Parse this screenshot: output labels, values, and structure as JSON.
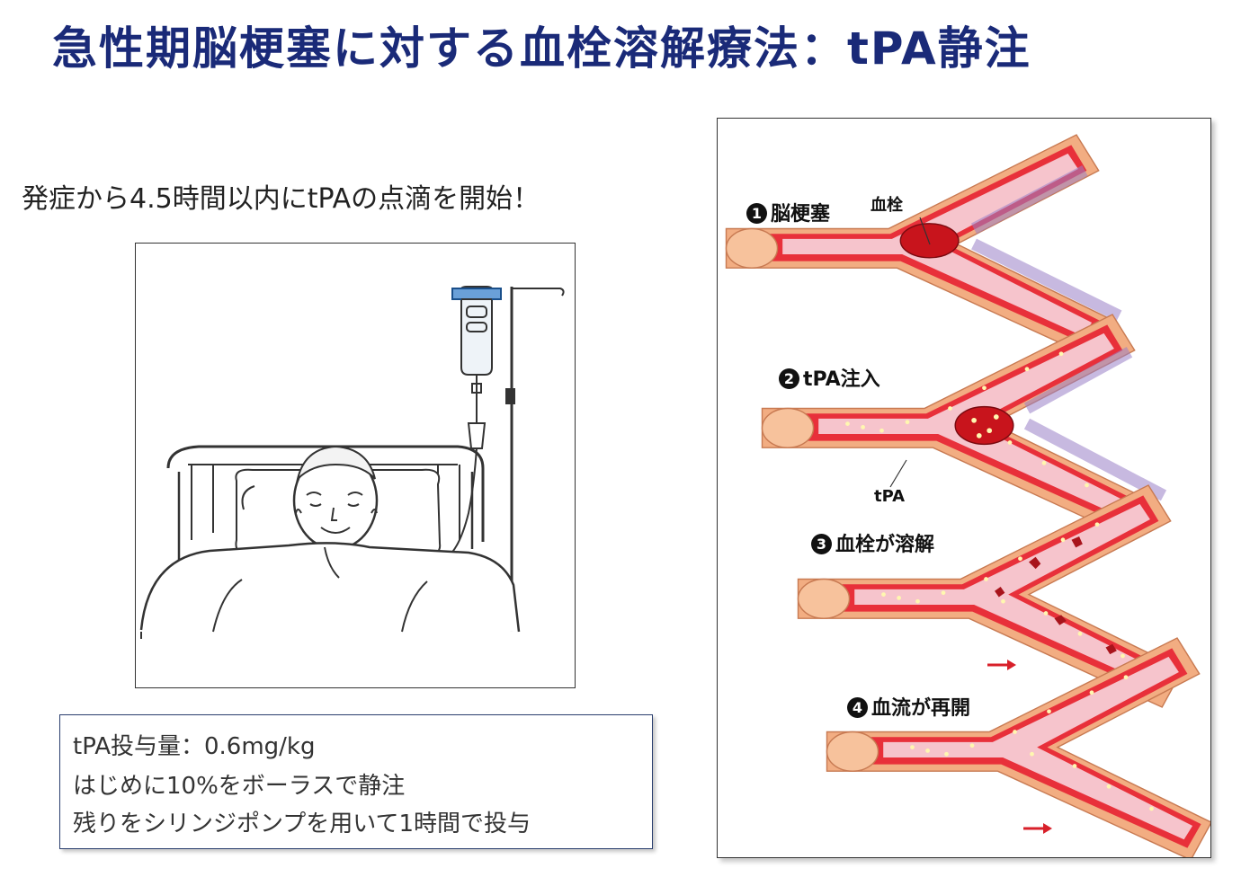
{
  "title": "急性期脳梗塞に対する血栓溶解療法：tPA静注",
  "subtitle": "発症から4.5時間以内にtPAの点滴を開始！",
  "dosage": {
    "line1": "tPA投与量：0.6mg/kg",
    "line2": "はじめに10%をボーラスで静注",
    "line3": "残りをシリンジポンプを用いて1時間で投与"
  },
  "steps": [
    {
      "number": "1",
      "label": "脳梗塞"
    },
    {
      "number": "2",
      "label": "tPA注入"
    },
    {
      "number": "3",
      "label": "血栓が溶解"
    },
    {
      "number": "4",
      "label": "血流が再開"
    }
  ],
  "annotations": {
    "clot": "血栓",
    "tpa": "tPA"
  },
  "colors": {
    "title": "#1a2a78",
    "vessel_wall": "#f0a87a",
    "vessel_inner": "#e8303a",
    "blood": "#f6c4cc",
    "clot": "#c8141c",
    "arrow": "#d8202a"
  }
}
